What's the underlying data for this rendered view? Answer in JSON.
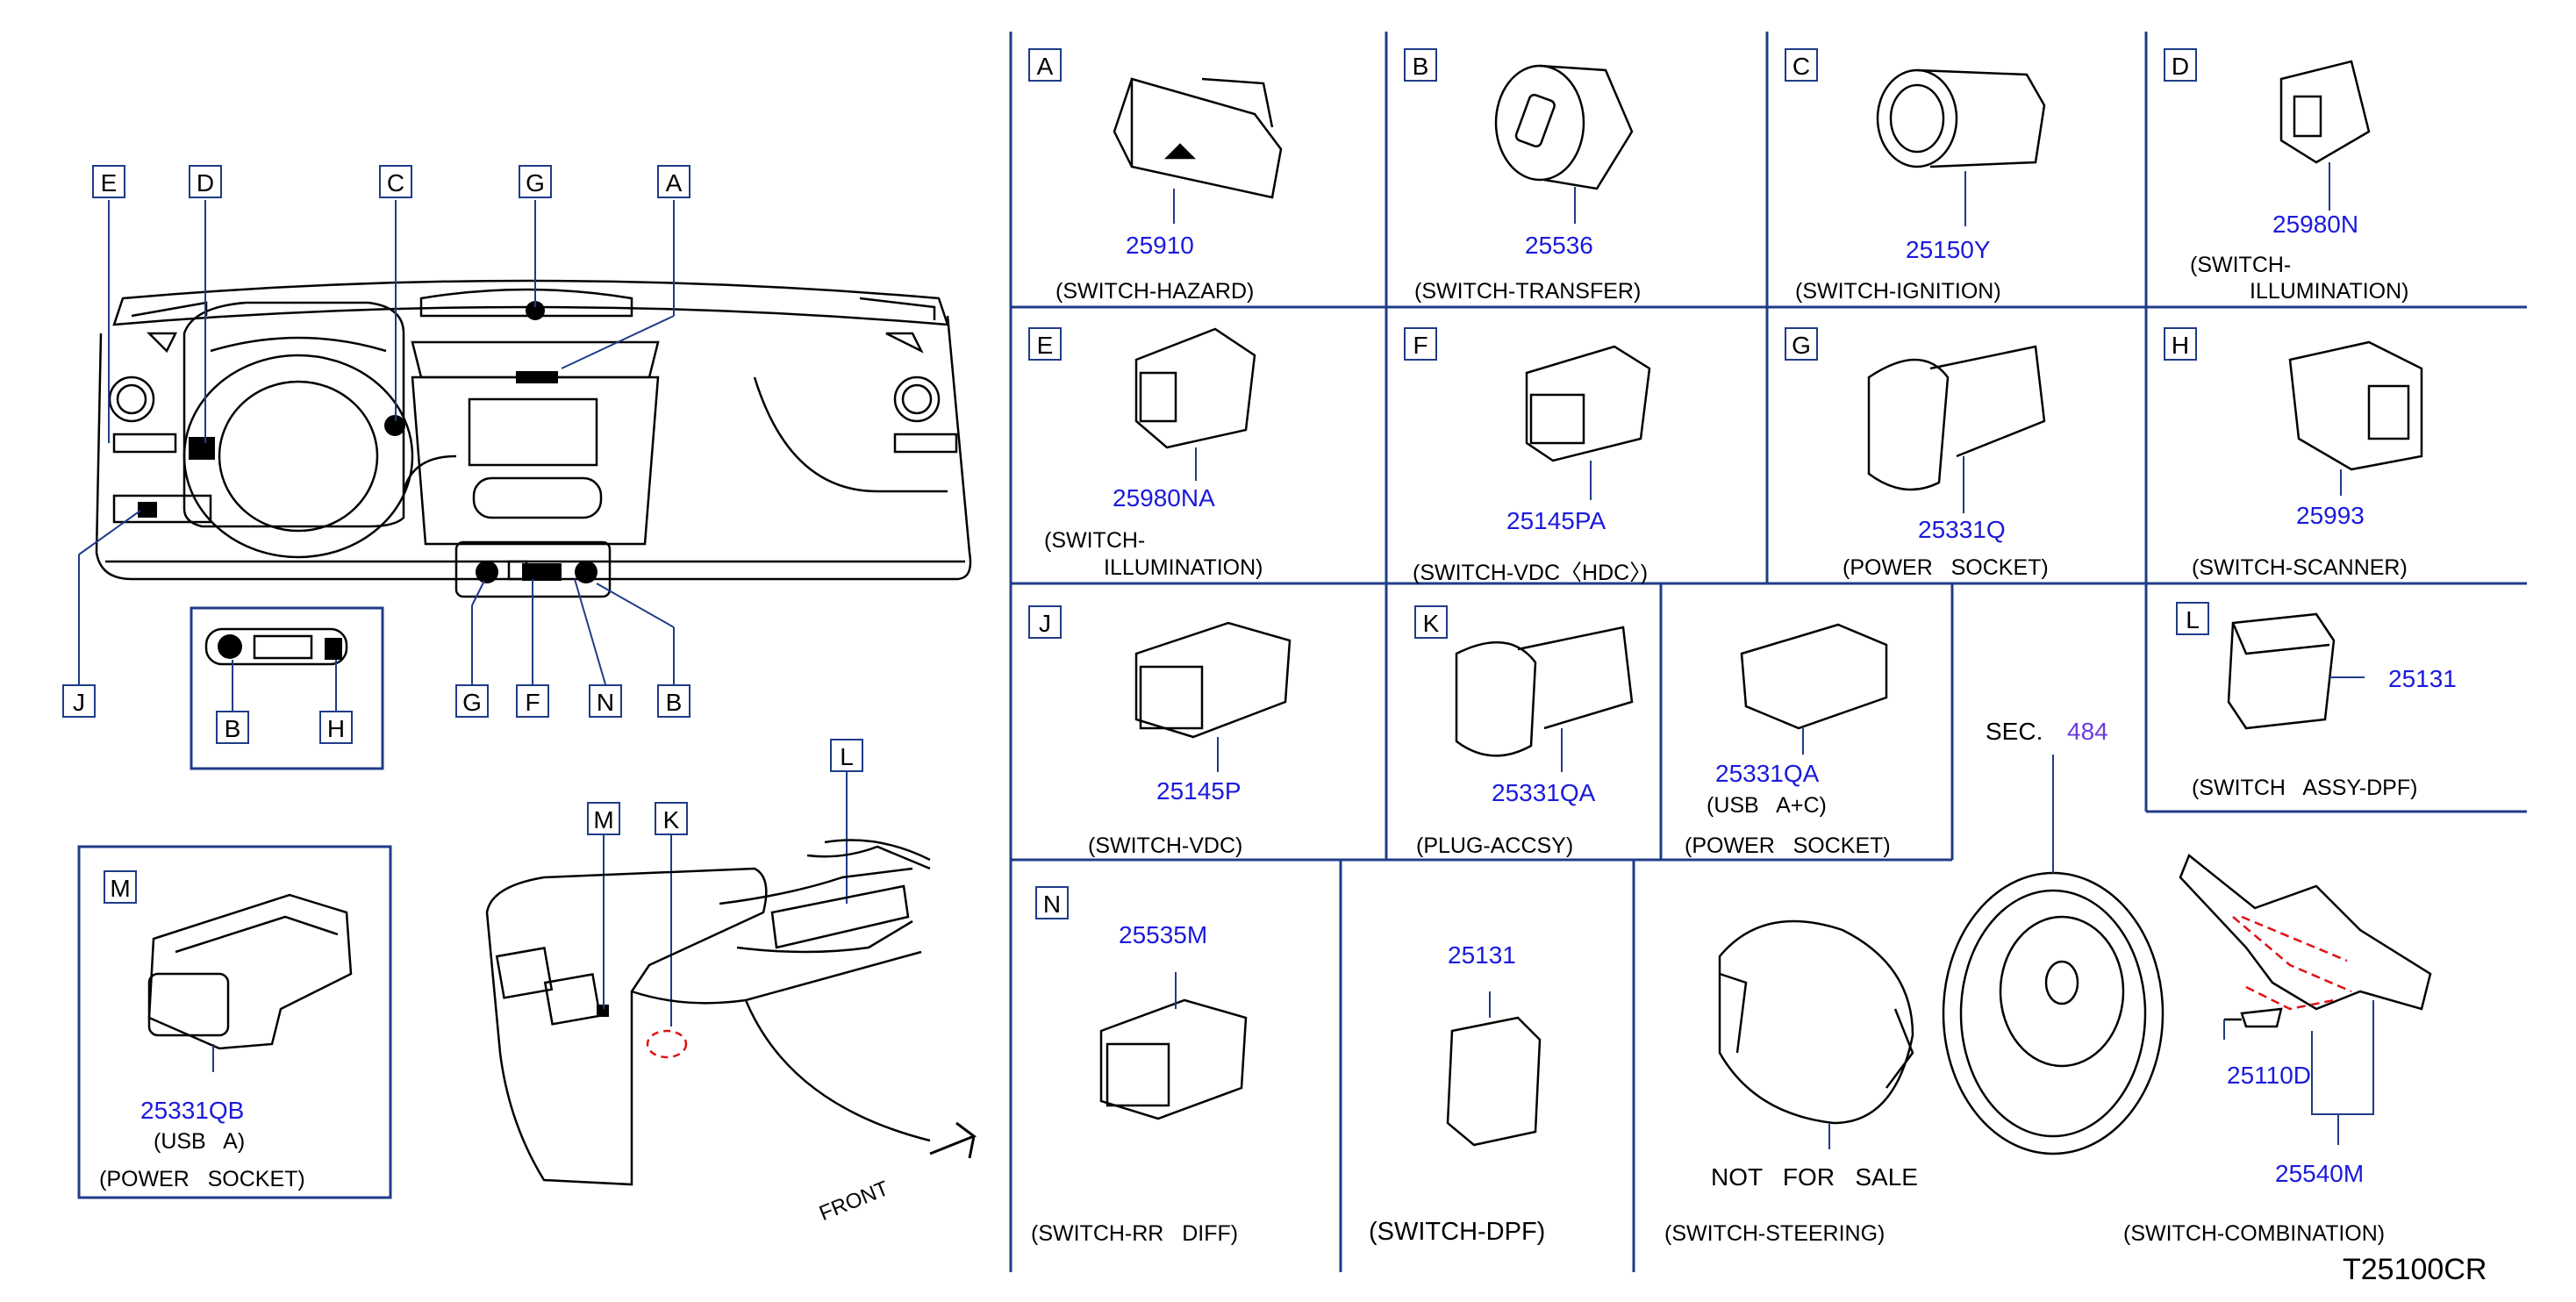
{
  "diagram_code": "T25100CR",
  "cells": [
    {
      "letter": "A",
      "part": "25910",
      "name": "(SWITCH-HAZARD)"
    },
    {
      "letter": "B",
      "part": "25536",
      "name": "(SWITCH-TRANSFER)"
    },
    {
      "letter": "C",
      "part": "25150Y",
      "name": "(SWITCH-IGNITION)"
    },
    {
      "letter": "D",
      "part": "25980N",
      "name": "(SWITCH-",
      "name2": "ILLUMINATION)"
    },
    {
      "letter": "E",
      "part": "25980NA",
      "name": "(SWITCH-",
      "name2": "ILLUMINATION)"
    },
    {
      "letter": "F",
      "part": "25145PA",
      "name": "(SWITCH-VDC〈HDC〉)"
    },
    {
      "letter": "G",
      "part": "25331Q",
      "name": "(POWER   SOCKET)"
    },
    {
      "letter": "H",
      "part": "25993",
      "name": "(SWITCH-SCANNER)"
    },
    {
      "letter": "J",
      "part": "25145P",
      "name": "(SWITCH-VDC)"
    },
    {
      "letter": "K",
      "part": "25331QA",
      "name": "(PLUG-ACCSY)"
    },
    {
      "letter": "L",
      "part": "25131",
      "name": "(SWITCH   ASSY-DPF)"
    },
    {
      "letter": "N",
      "part": "25535M",
      "name": "(SWITCH-RR   DIFF)"
    }
  ],
  "usb_ac": {
    "part": "25331QA",
    "sub": "(USB   A+C)",
    "name": "(POWER   SOCKET)"
  },
  "dpf": {
    "part": "25131",
    "name": "(SWITCH-DPF)"
  },
  "steering": {
    "note": "NOT   FOR   SALE",
    "name": "(SWITCH-STEERING)"
  },
  "combination": {
    "sec_label": "SEC.",
    "sec_num": "484",
    "part_a": "25110D",
    "part_b": "25540M",
    "name": "(SWITCH-COMBINATION)"
  },
  "panel_m": {
    "letter": "M",
    "part": "25331QB",
    "sub": "(USB   A)",
    "name": "(POWER   SOCKET)"
  },
  "dash_letters_top": [
    "E",
    "D",
    "C",
    "G",
    "A"
  ],
  "dash_letters_bottom": [
    "J",
    "G",
    "F",
    "N",
    "B"
  ],
  "dash_inset_letters": [
    "B",
    "H"
  ],
  "console_letters": [
    "M",
    "K",
    "L"
  ],
  "front_label": "FRONT"
}
